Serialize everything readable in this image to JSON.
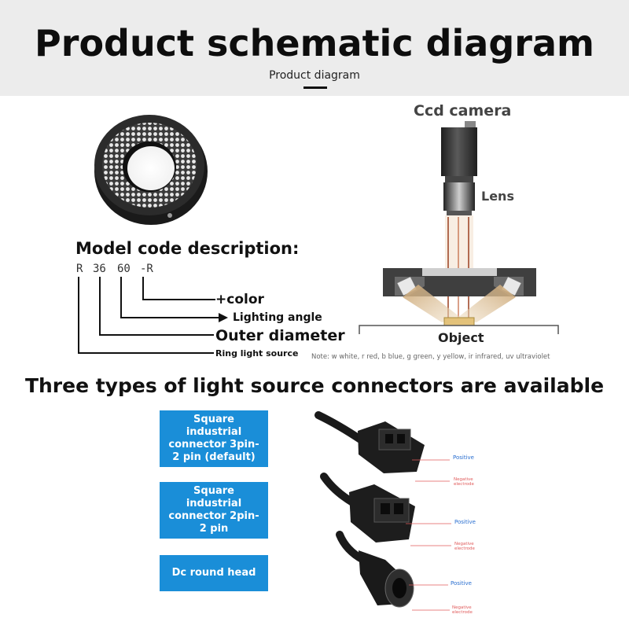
{
  "header": {
    "title": "Product schematic diagram",
    "subtitle": "Product diagram"
  },
  "model_code": {
    "heading": "Model code description:",
    "code_parts": [
      "R",
      "36",
      "60",
      "-R"
    ],
    "annotations": {
      "color": "+color",
      "lighting_angle": "Lighting angle",
      "outer_diameter": "Outer diameter",
      "ring_light_source": "Ring light source"
    },
    "note": "Note: w white, r red, b blue, g green, y yellow, ir infrared, uv ultraviolet"
  },
  "schematic": {
    "camera_label": "Ccd camera",
    "lens_label": "Lens",
    "object_label": "Object"
  },
  "connectors": {
    "heading": "Three types of light source connectors are available",
    "options": [
      "Square industrial connector 3pin-2 pin (default)",
      "Square industrial connector 2pin-2 pin",
      "Dc round head"
    ],
    "polarity": {
      "positive": "Positive",
      "negative": "Negative electrode"
    }
  },
  "colors": {
    "accent_blue": "#1a8ed8",
    "header_bg": "#ececec",
    "light_beam": "#c8a77a"
  }
}
